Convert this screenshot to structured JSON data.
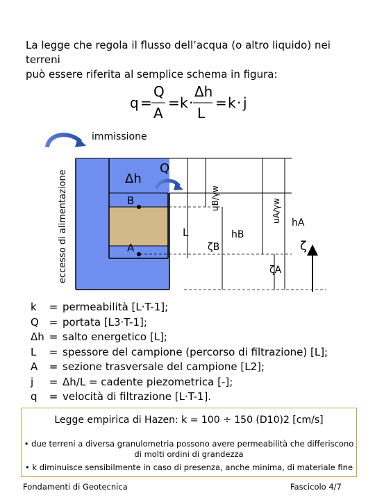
{
  "intro": {
    "line1": "La legge che regola il flusso dell’acqua (o altro liquido) nei terreni",
    "line2": "può essere riferita al semplice schema in figura:"
  },
  "formula": {
    "q": "q",
    "eq": "=",
    "Q": "Q",
    "A": "A",
    "k": "k",
    "dot": "·",
    "dh": "Δh",
    "L": "L",
    "j": "j"
  },
  "diagram": {
    "immissione": "immissione",
    "eccesso": "eccesso di alimentazione",
    "dh_label": "Δh",
    "Q_label": "Q",
    "B_label": "B",
    "A_label": "A",
    "L_label": "L",
    "uB_label": "uB/γw",
    "uA_label": "uA/γw",
    "hA_label": "hA",
    "hB_label": "hB",
    "zetaB_label": "ζB",
    "zetaA_label": "ζA",
    "zeta_label": "ζ",
    "colors": {
      "water": "#6e8ef0",
      "soil": "#d2b888",
      "outline": "#000000"
    }
  },
  "legend": [
    {
      "sym": "k",
      "eq": "=",
      "text": "permeabilità [L·T-1];"
    },
    {
      "sym": "Q",
      "eq": "=",
      "text": "portata [L3·T-1];"
    },
    {
      "sym": "Δh",
      "eq": "=",
      "text": "salto energetico [L];"
    },
    {
      "sym": "L",
      "eq": "=",
      "text": "spessore del campione (percorso di filtrazione) [L];"
    },
    {
      "sym": "A",
      "eq": "=",
      "text": "sezione trasversale del campione [L2];"
    },
    {
      "sym": "j",
      "eq": "=",
      "text": "Δh/L = cadente piezometrica [-];"
    },
    {
      "sym": "q",
      "eq": "=",
      "text": "velocità di filtrazione [L·T-1]."
    }
  ],
  "hazen": {
    "law": "Legge empirica di Hazen: k = 100 ÷ 150 (D10)2 [cm/s]",
    "bullet1_line1": "• due terreni a diversa granulometria possono avere permeabilità che differiscono",
    "bullet1_line2": "di molti ordini di grandezza",
    "bullet2": "• k diminuisce sensibilmente in caso di presenza, anche minima, di materiale fine",
    "border_color": "#c8a03c"
  },
  "footer": {
    "left": "Fondamenti di Geotecnica",
    "right": "Fascicolo 4/7"
  }
}
